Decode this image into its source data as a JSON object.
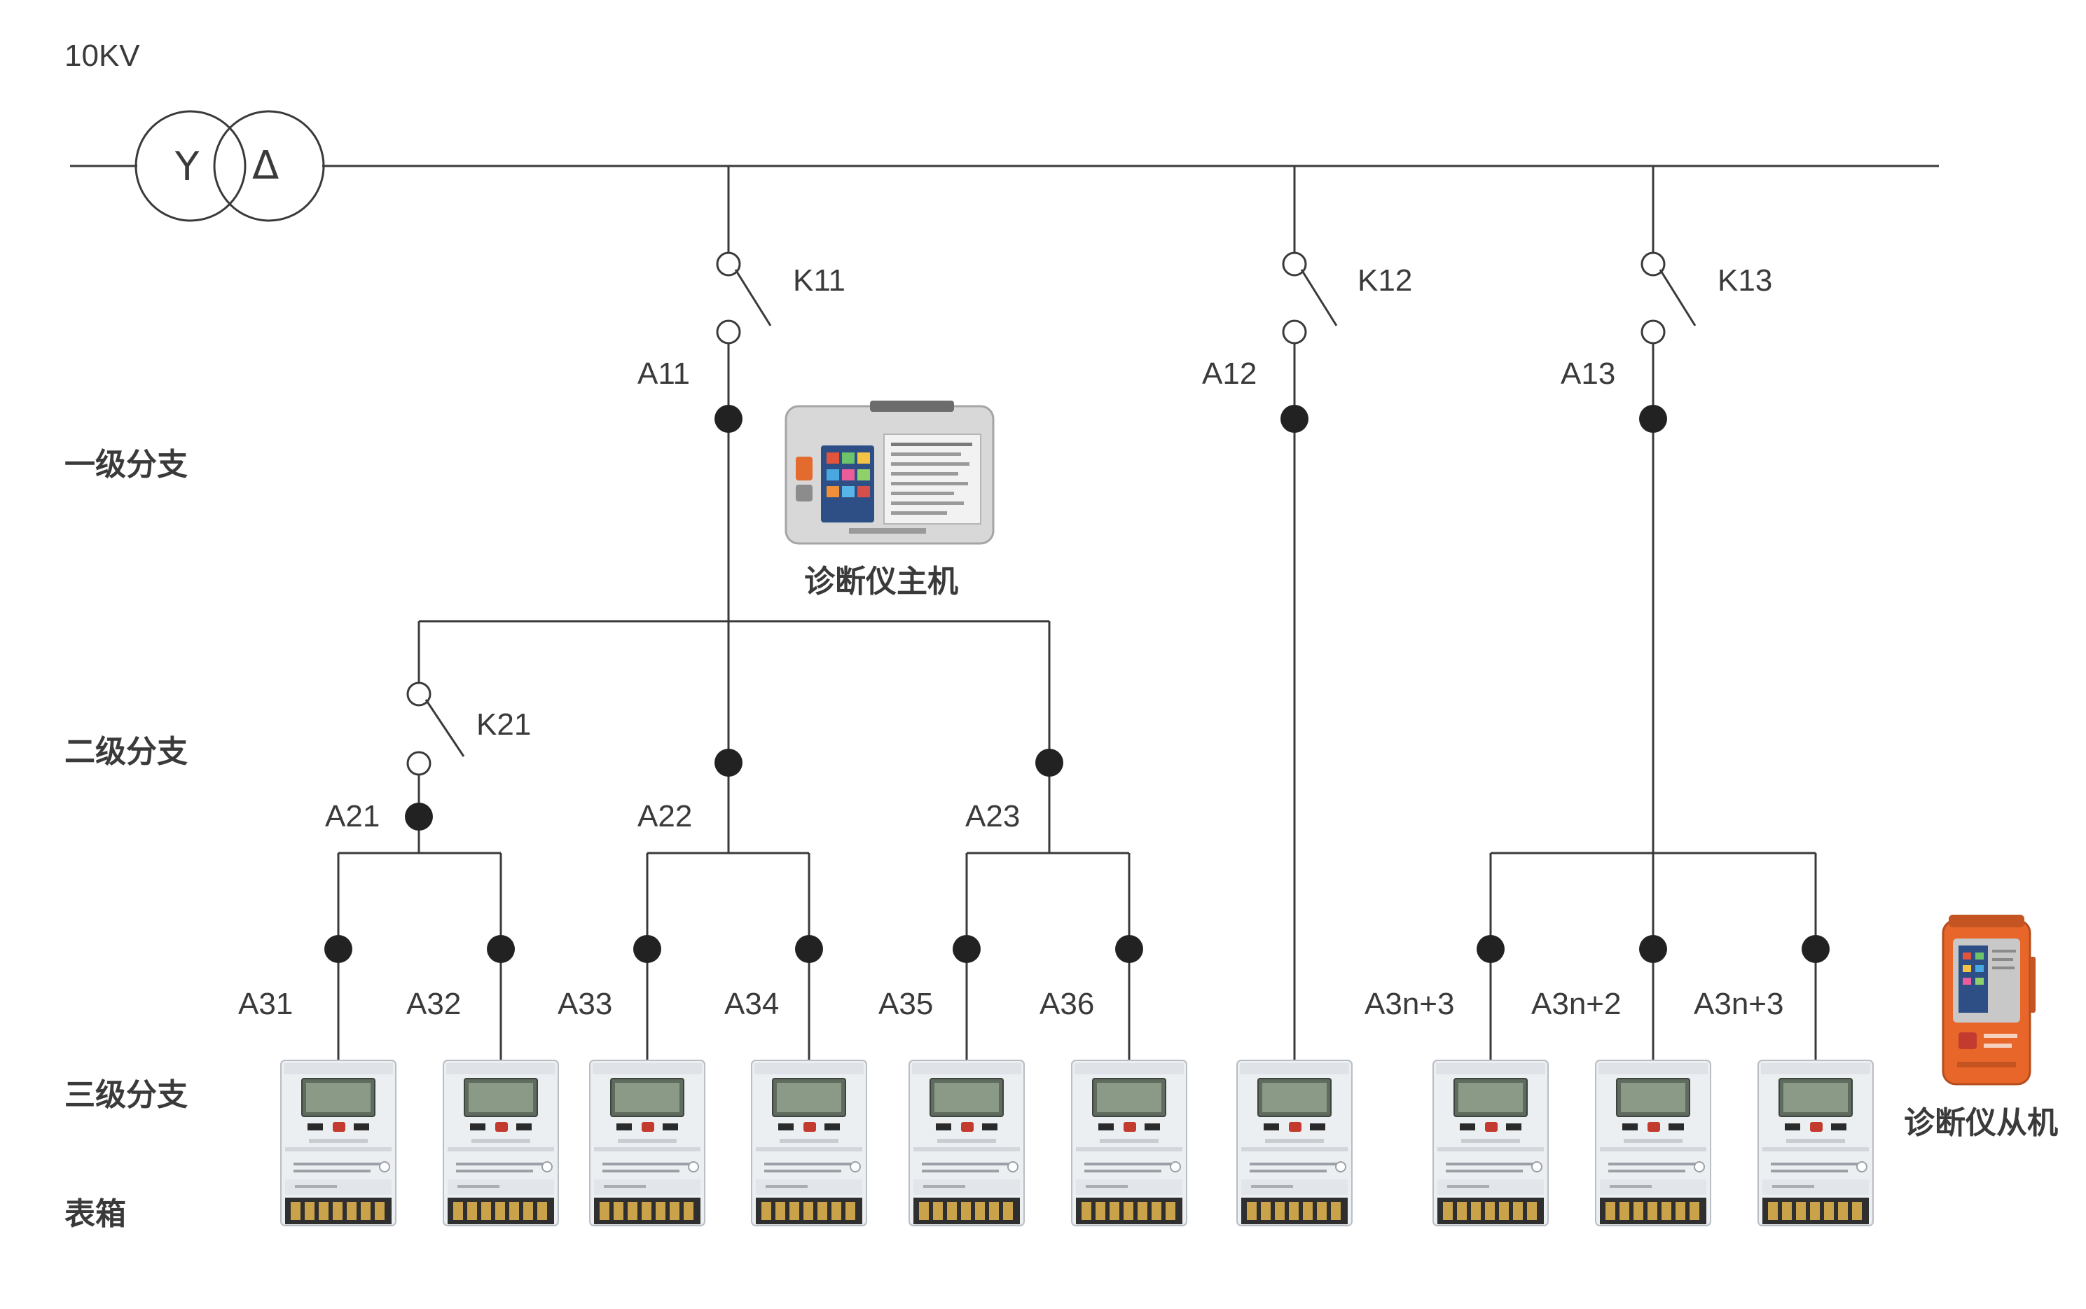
{
  "voltage_label": "10KV",
  "transformer": {
    "primary_symbol": "Y",
    "secondary_symbol": "Δ"
  },
  "levels": {
    "level1": "一级分支",
    "level2": "二级分支",
    "level3": "三级分支",
    "meter_box": "表箱"
  },
  "switches": {
    "k11": "K11",
    "k12": "K12",
    "k13": "K13",
    "k21": "K21"
  },
  "nodes": {
    "a11": "A11",
    "a12": "A12",
    "a13": "A13",
    "a21": "A21",
    "a22": "A22",
    "a23": "A23",
    "a31": "A31",
    "a32": "A32",
    "a33": "A33",
    "a34": "A34",
    "a35": "A35",
    "a36": "A36",
    "a3n1": "A3n+3",
    "a3n2": "A3n+2",
    "a3n3": "A3n+3"
  },
  "devices": {
    "master": "诊断仪主机",
    "slave": "诊断仪从机"
  },
  "colors": {
    "line": "#3a3a3a",
    "node": "#222222",
    "slave_body": "#e8662a",
    "master_body": "#d8d8d8",
    "meter_body": "#e9ecef",
    "screen": "#5f6b5f"
  },
  "icons": {
    "meter": "electric-meter-icon",
    "master": "master-diagnostic-device-icon",
    "slave": "handheld-diagnostic-device-icon"
  }
}
